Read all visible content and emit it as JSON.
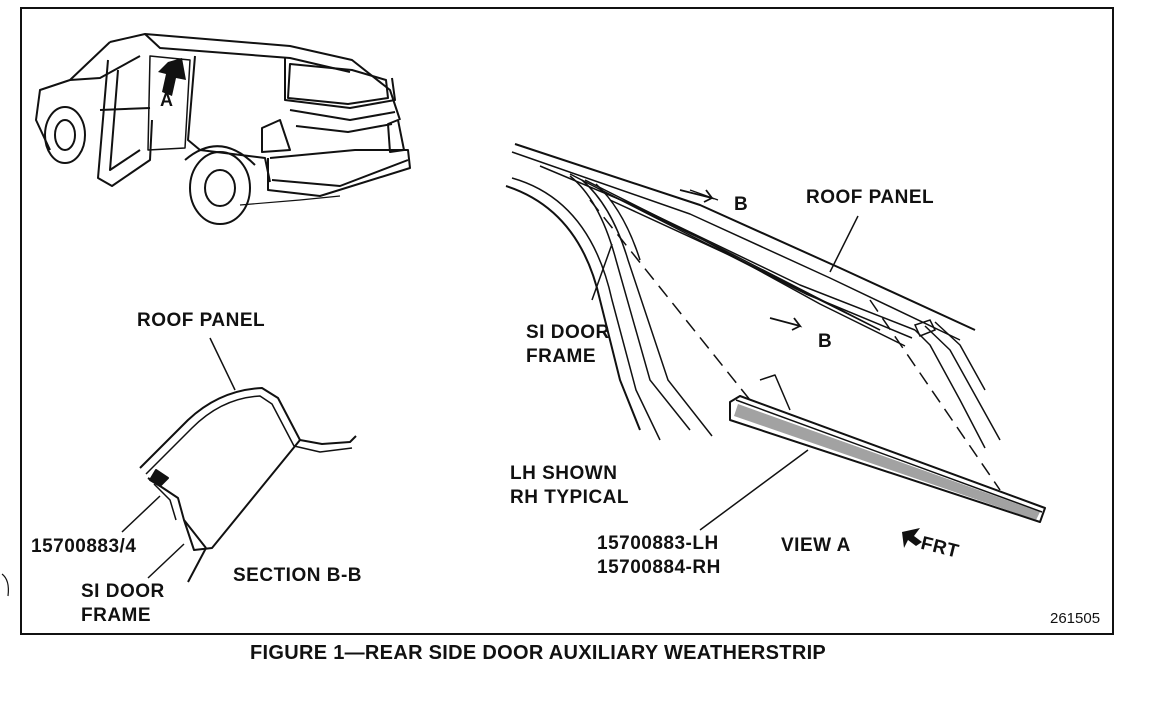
{
  "labels": {
    "vehicle_arrow": "A",
    "roof_panel_section": "ROOF PANEL",
    "part_number_section": "15700883/4",
    "si_door_section_line1": "SI DOOR",
    "si_door_section_line2": "FRAME",
    "section_title": "SECTION B-B",
    "section_cut_top": "B",
    "section_cut_bottom": "B",
    "roof_panel_view": "ROOF PANEL",
    "si_door_view_line1": "SI DOOR",
    "si_door_view_line2": "FRAME",
    "lh_shown": "LH SHOWN",
    "rh_typical": "RH TYPICAL",
    "part_lh": "15700883-LH",
    "part_rh": "15700884-RH",
    "view_title": "VIEW A",
    "front_indicator": "FRT"
  },
  "figure_number": "261505",
  "caption": "FIGURE 1—REAR SIDE DOOR AUXILIARY WEATHERSTRIP"
}
